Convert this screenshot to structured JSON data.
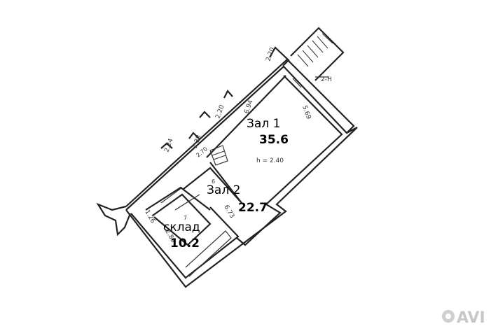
{
  "rooms": [
    {
      "label": "Зал 1",
      "area": "35.6"
    },
    {
      "label": "Зал 2",
      "area": "22.7"
    },
    {
      "label": "склад",
      "area": "10.2"
    }
  ],
  "dimensions": {
    "d1": "2.20",
    "d2": "5.69",
    "d3": "6.94",
    "d4": "2.20",
    "d5": "1.38",
    "d6": "2.24",
    "d7": "2.70",
    "d8": "6.73",
    "d9": "1.26",
    "d10": "2.89",
    "d11": "6",
    "d12": "7"
  },
  "height_note": "h = 2.40",
  "stair_label": "2-Н",
  "watermark": "AVI"
}
